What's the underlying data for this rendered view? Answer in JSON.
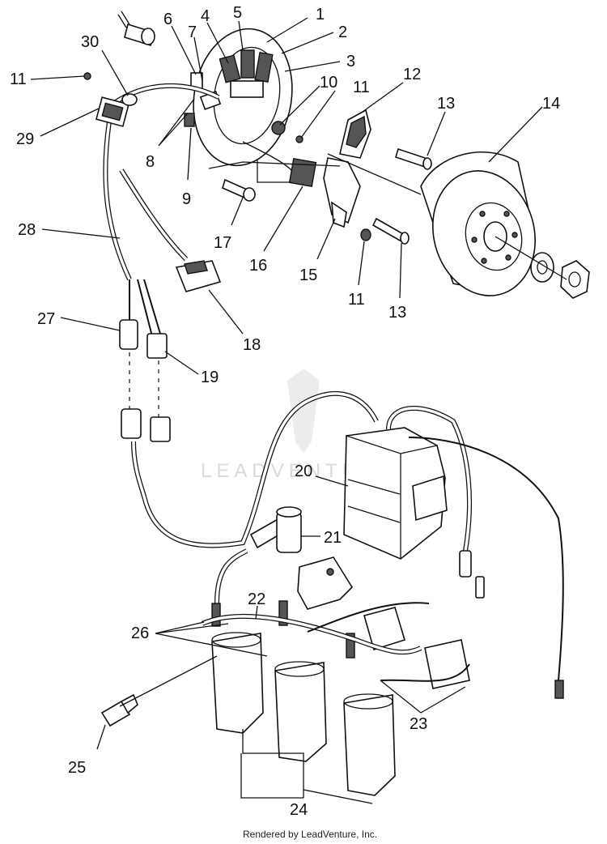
{
  "labels": {
    "l1": "1",
    "l2": "2",
    "l3": "3",
    "l4": "4",
    "l5": "5",
    "l6": "6",
    "l7": "7",
    "l8": "8",
    "l9": "9",
    "l10": "10",
    "l11a": "11",
    "l11b": "11",
    "l11c": "11",
    "l12": "12",
    "l13a": "13",
    "l13b": "13",
    "l14": "14",
    "l15": "15",
    "l16": "16",
    "l17": "17",
    "l18": "18",
    "l19": "19",
    "l20": "20",
    "l21": "21",
    "l22": "22",
    "l23": "23",
    "l24": "24",
    "l25": "25",
    "l26": "26",
    "l27": "27",
    "l28": "28",
    "l29": "29",
    "l30": "30"
  },
  "watermark": "LEADVENTURE",
  "credit": "Rendered by LeadVenture, Inc."
}
